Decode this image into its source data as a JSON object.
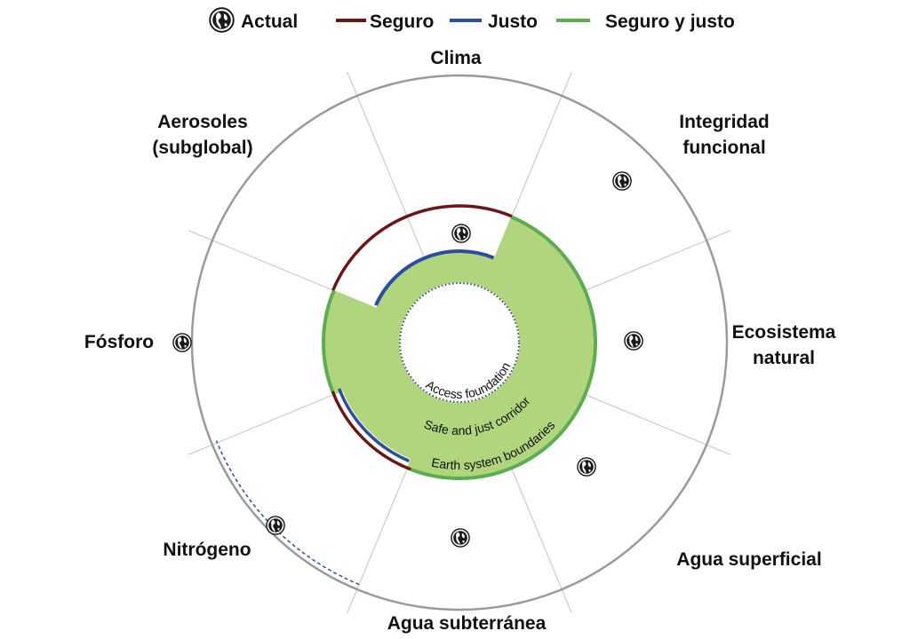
{
  "legend": {
    "actual": "Actual",
    "safe": "Seguro",
    "just": "Justo",
    "safe_and_just": "Seguro y justo"
  },
  "sectors": {
    "climate": "Clima",
    "functional_integrity": [
      "Integridad",
      "funcional"
    ],
    "natural_ecosystem": [
      "Ecosistema",
      "natural"
    ],
    "surface_water": "Agua superficial",
    "groundwater": "Agua subterránea",
    "nitrogen": "Nitrógeno",
    "phosphorus": "Fósforo",
    "aerosols": [
      "Aerosoles",
      "(subglobal)"
    ]
  },
  "ring_labels": {
    "access_foundation": "Access foundation",
    "corridor": "Safe and just corridor",
    "boundaries": "Earth system boundaries"
  },
  "colors": {
    "safe": "#6b1515",
    "just": "#2b4ea0",
    "corridor_fill": "#b1d57d",
    "corridor_edge": "#5cad52",
    "outer_circle": "#9a9a9a",
    "sector_lines": "#cfcfcf",
    "foundation_dots": "#2c4a6e"
  },
  "icons": {
    "current_status": "globe-icon"
  }
}
